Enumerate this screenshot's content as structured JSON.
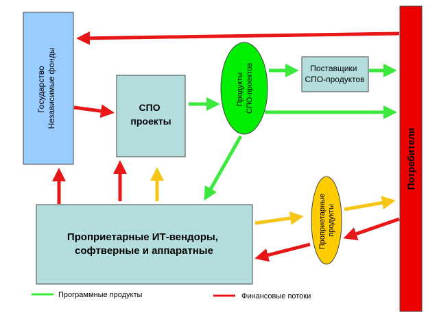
{
  "nodes": {
    "government": {
      "line1": "Государство",
      "line2": "Независимые фонды",
      "fill": "#99ccff"
    },
    "spo_projects": {
      "line1": "СПО",
      "line2": "проекты",
      "fill": "#b4dede"
    },
    "spo_products": {
      "line1": "Продукты",
      "line2": "СПО-проектов",
      "fill": "#00ee00"
    },
    "suppliers": {
      "line1": "Поставщики",
      "line2": "СПО-продуктов",
      "fill": "#b4dede"
    },
    "consumers": {
      "label": "Потребители",
      "fill": "#ee0000"
    },
    "vendors": {
      "line1": "Проприетарные ИТ-вендоры,",
      "line2": "софтверные и аппаратные",
      "fill": "#b4dede"
    },
    "proprietary_products": {
      "line1": "Проприетарные",
      "line2": "продукты",
      "fill": "#ffcc00"
    }
  },
  "legend": {
    "software": {
      "label": "Программные продукты",
      "color": "#33ee33"
    },
    "finance": {
      "label": "Финансовые потоки",
      "color": "#ee1111"
    }
  },
  "colors": {
    "money_arrow": "#e81717",
    "software_arrow": "#3ce83c",
    "proprietary_arrow": "#f5c518"
  }
}
